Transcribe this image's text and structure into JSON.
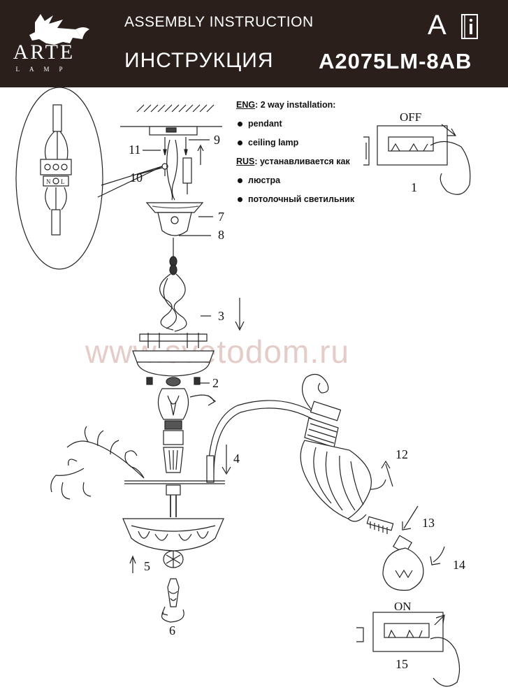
{
  "header": {
    "brand": "ARTE",
    "brand_sub": "LAMP",
    "title_en": "ASSEMBLY INSTRUCTION",
    "title_ru": "ИНСТРУКЦИЯ",
    "letter": "A",
    "model": "A2075LM-8AB"
  },
  "info": {
    "eng_label": "ENG",
    "eng_text": ": 2 way installation:",
    "eng_items": [
      "pendant",
      "ceiling lamp"
    ],
    "rus_label": "RUS",
    "rus_text": ":  устанавливается как",
    "rus_items": [
      "люстра",
      "потолочный светильник"
    ]
  },
  "switches": {
    "off_label": "OFF",
    "on_label": "ON"
  },
  "steps": [
    "1",
    "2",
    "3",
    "4",
    "5",
    "6",
    "7",
    "8",
    "9",
    "10",
    "11",
    "12",
    "13",
    "14",
    "15"
  ],
  "watermark": "www.svetodom.ru"
}
